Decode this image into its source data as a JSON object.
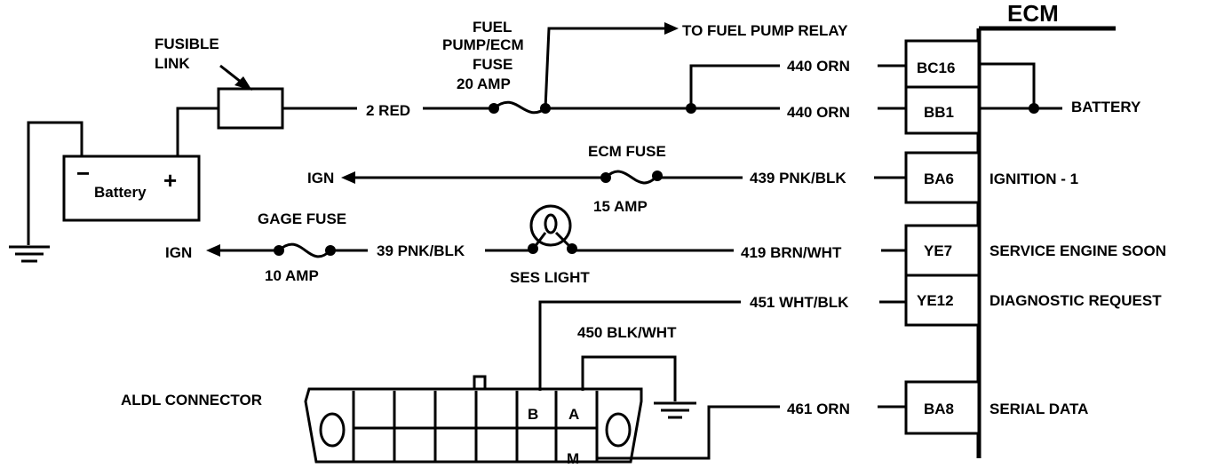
{
  "ecm": {
    "title": "ECM",
    "pins": [
      {
        "id": "BC16",
        "wire": "440 ORN",
        "function": ""
      },
      {
        "id": "BB1",
        "wire": "440 ORN",
        "function": "BATTERY"
      },
      {
        "id": "BA6",
        "wire": "439 PNK/BLK",
        "function": "IGNITION - 1"
      },
      {
        "id": "YE7",
        "wire": "419 BRN/WHT",
        "function": "SERVICE ENGINE SOON"
      },
      {
        "id": "YE12",
        "wire": "451 WHT/BLK",
        "function": "DIAGNOSTIC REQUEST"
      },
      {
        "id": "BA8",
        "wire": "461 ORN",
        "function": "SERIAL DATA"
      }
    ]
  },
  "power": {
    "fusible_link": [
      "FUSIBLE",
      "LINK"
    ],
    "battery_label": "Battery",
    "battery_minus": "−",
    "battery_plus": "+",
    "main_wire": "2 RED",
    "fuel_fuse": [
      "FUEL",
      "PUMP/ECM",
      "FUSE",
      "20 AMP"
    ],
    "to_relay": "TO FUEL PUMP RELAY"
  },
  "ignition": {
    "ecm_fuse": "ECM FUSE",
    "ecm_fuse_amp": "15 AMP",
    "ign_label": "IGN",
    "gage_fuse": "GAGE FUSE",
    "gage_fuse_amp": "10 AMP",
    "gage_wire": "39 PNK/BLK",
    "ses_light": "SES LIGHT"
  },
  "aldl": {
    "label": "ALDL CONNECTOR",
    "pin_b": "B",
    "pin_a": "A",
    "pin_m": "M",
    "ground_wire": "450 BLK/WHT"
  }
}
